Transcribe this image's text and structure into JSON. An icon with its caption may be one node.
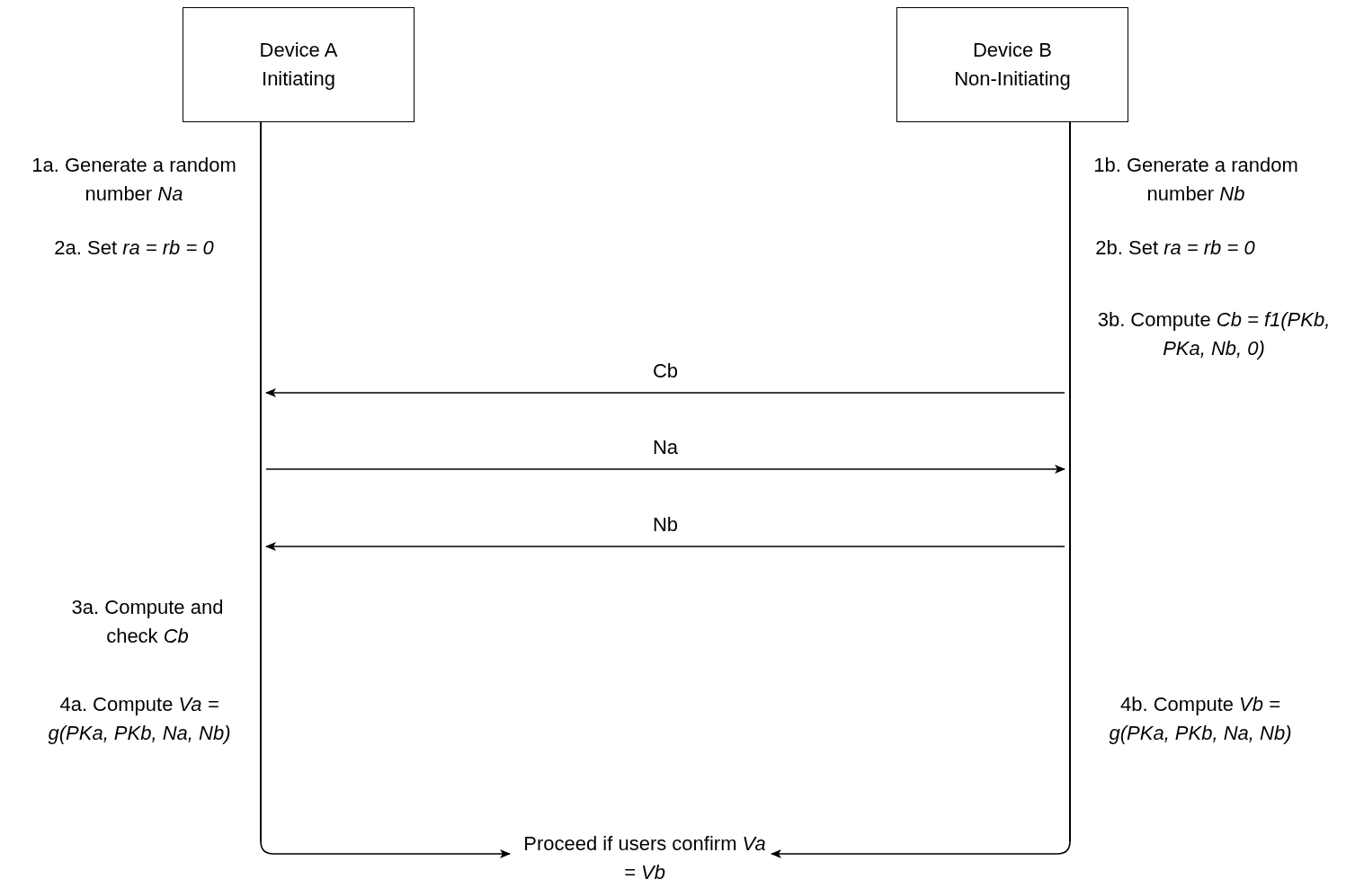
{
  "diagram": {
    "nodes": [
      {
        "text": [
          "Device A Initiating"
        ]
      },
      {
        "text": [
          "Device B Non-Initiating"
        ]
      },
      {
        "text": [
          "Proceed if users confirm *Va = Vb*"
        ]
      },
      {
        "text": [],
        "shape": "bar"
      },
      {
        "text": [],
        "shape": "bar"
      }
    ],
    "edges": [
      {
        "from": 4,
        "to": 3,
        "arrow": "to",
        "label": "Cb"
      },
      {
        "from": 3,
        "to": 4,
        "arrow": "to",
        "label": "Na"
      },
      {
        "from": 4,
        "to": 3,
        "arrow": "to",
        "label": "Nb"
      },
      {
        "from": 3,
        "to": 2,
        "arrow": "to"
      },
      {
        "from": 4,
        "to": 2,
        "arrow": "to"
      }
    ],
    "labels": [
      "1a. Generate a random number *Na*",
      "1b. Generate a random number *Nb*",
      "2a. Set *ra = rb = 0*",
      "2b. Set *ra = rb = 0*",
      "3b. Compute *Cb = f1(PKb, PKa, Nb, 0)*",
      "3a. Compute and check *Cb*",
      "4a. Compute *Va = g(PKa, PKb, Na, Nb)*",
      "4b. Compute *Vb = g(PKa, PKb, Na, Nb)*"
    ]
  }
}
